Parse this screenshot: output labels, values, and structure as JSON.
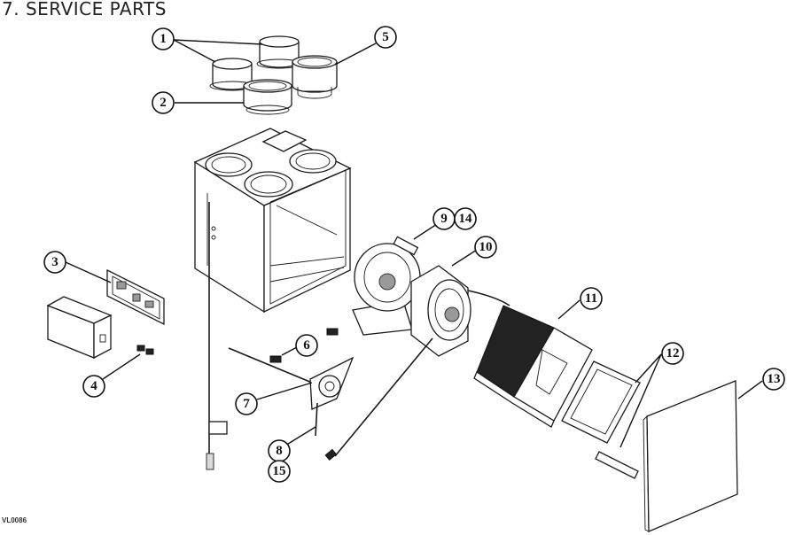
{
  "title": "7. SERVICE PARTS",
  "drawing_ref": "VL0086",
  "callouts": [
    "1",
    "2",
    "3",
    "4",
    "5",
    "6",
    "7",
    "8",
    "9",
    "10",
    "11",
    "12",
    "13",
    "14",
    "15"
  ]
}
